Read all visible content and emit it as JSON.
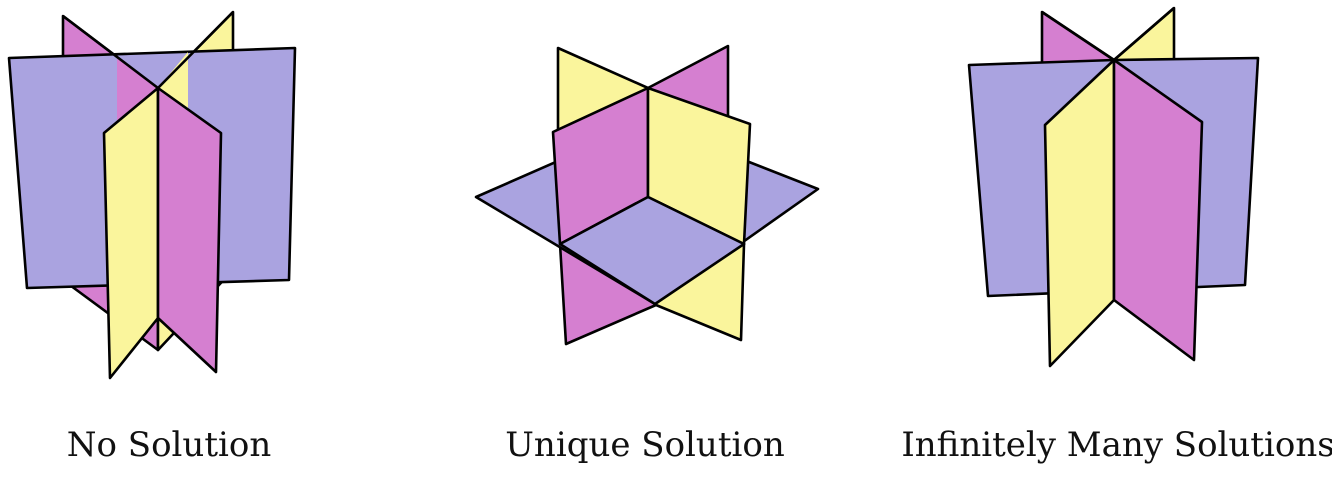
{
  "colors": {
    "purple": "#aaa3e0",
    "magenta": "#d57fd0",
    "yellow": "#faf59c",
    "outline": "#000000"
  },
  "panels": [
    {
      "caption": "No Solution"
    },
    {
      "caption": "Unique Solution"
    },
    {
      "caption": "Infinitely Many Solutions"
    }
  ]
}
